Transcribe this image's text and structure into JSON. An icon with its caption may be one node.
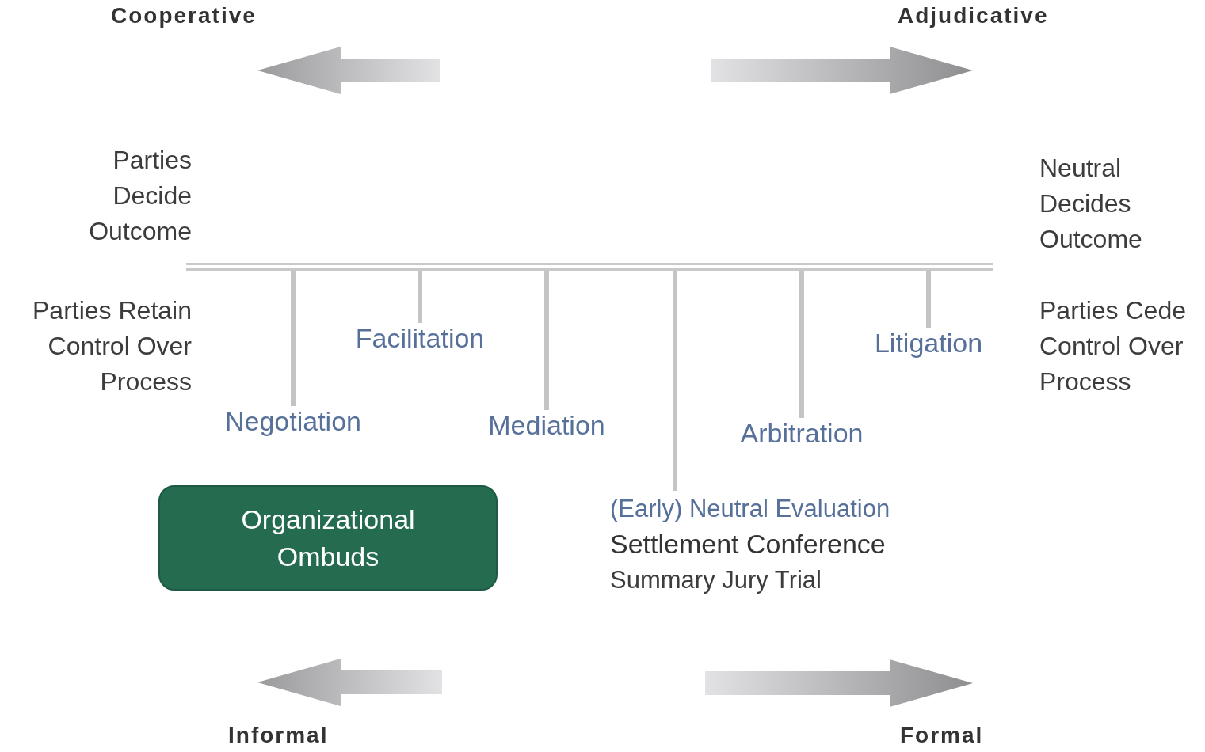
{
  "diagram": {
    "nodes": [
      {
        "text": [],
        "shape": "bar"
      },
      {
        "text": [
          "Negotiation"
        ]
      },
      {
        "text": [
          "Facilitation"
        ]
      },
      {
        "text": [
          "Mediation"
        ]
      },
      {
        "text": [
          "(Early) Neutral Evaluation",
          "Settlement Conference",
          "Summary Jury Trial"
        ]
      },
      {
        "text": [
          "Arbitration"
        ]
      },
      {
        "text": [
          "Litigation"
        ]
      },
      {
        "text": [
          "Organizational Ombuds"
        ]
      }
    ],
    "edges": [
      {
        "from": 1,
        "to": 0,
        "arrow": "none"
      },
      {
        "from": 2,
        "to": 0,
        "arrow": "none"
      },
      {
        "from": 3,
        "to": 0,
        "arrow": "none"
      },
      {
        "from": 4,
        "to": 0,
        "arrow": "none"
      },
      {
        "from": 5,
        "to": 0,
        "arrow": "none"
      },
      {
        "from": 6,
        "to": 0,
        "arrow": "none"
      }
    ],
    "labels": [
      "Cooperative",
      "Adjudicative",
      "Parties Decide Outcome",
      "Neutral Decides Outcome",
      "Parties Retain Control Over Process",
      "Parties Cede Control Over Process",
      "Informal",
      "Formal"
    ]
  }
}
